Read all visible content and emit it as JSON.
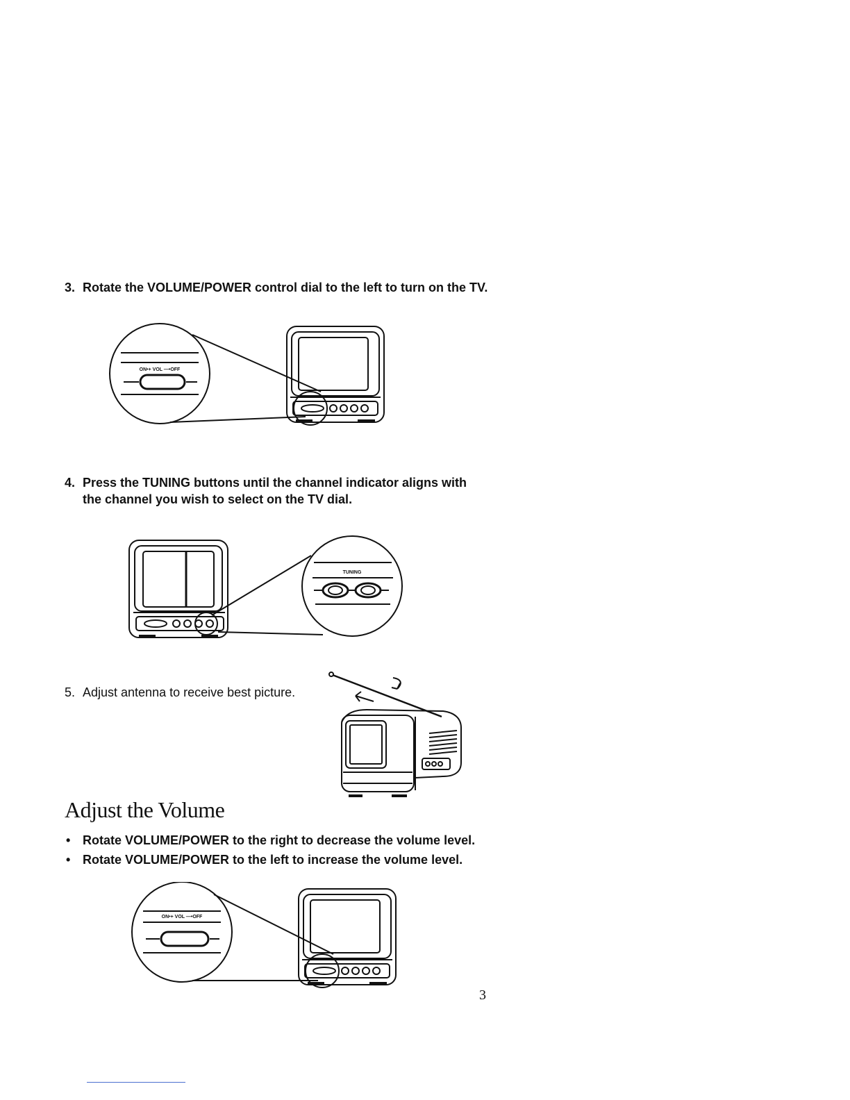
{
  "steps": [
    {
      "number": "3.",
      "lines": [
        "Rotate the VOLUME/POWER control dial to the left to turn on the TV."
      ]
    },
    {
      "number": "4.",
      "lines": [
        "Press the TUNING buttons until the channel indicator aligns with",
        "the channel you wish to select on the TV dial."
      ]
    },
    {
      "number": "5.",
      "lines": [
        "Adjust antenna to receive best picture."
      ]
    }
  ],
  "figures": {
    "volume_dial_label": "ON•+  VOL  —•OFF",
    "tuning_label": "TUNING"
  },
  "section": {
    "heading": "Adjust the Volume",
    "bullets": [
      "Rotate VOLUME/POWER to the right to decrease the volume level.",
      "Rotate VOLUME/POWER to the left to increase the volume level."
    ],
    "bullet_symbol": "•"
  },
  "page_number": "3"
}
